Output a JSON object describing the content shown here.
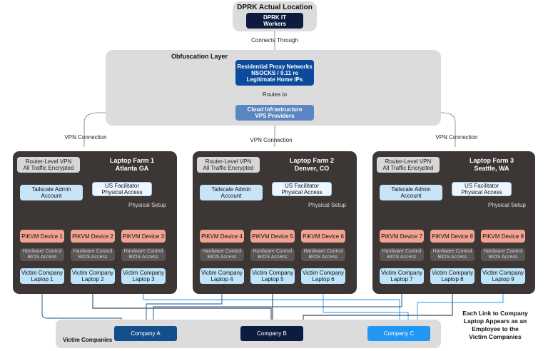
{
  "top": {
    "title": "DPRK Actual Location",
    "workers": "DPRK IT\nWorkers"
  },
  "connects_through": "Connects Through",
  "obfuscation": {
    "title": "Obfuscation Layer",
    "proxy": "Residential Proxy Networks\nNSOCKS / 9.11 re\nLegitimate Home IPs",
    "routes_to": "Routes to",
    "cloud": "Cloud Infrastructure\nVPS Providers"
  },
  "vpn_connection": "VPN Connection",
  "farm_common": {
    "router_vpn": "Router-Level VPN\nAll Traffic Encrypted",
    "tailscale": "Tailscale Admin\nAccount",
    "us_facilitator": "US Facilitator\nPhysical Access",
    "physical_setup": "Physical Setup",
    "hardware": "Hardware Control\nBIOS Access"
  },
  "farms": [
    {
      "title": "Laptop Farm 1\nAtlanta GA",
      "devices": [
        "PiKVM Device 1",
        "PiKVM Device 2",
        "PiKVM Device 3"
      ],
      "laptops": [
        "Victim Company\nLaptop 1",
        "Victim Company\nLaptop 2",
        "Victim Company\nLaptop 3"
      ]
    },
    {
      "title": "Laptop Farm 2\nDenver, CO",
      "devices": [
        "PiKVM Device 4",
        "PiKVM Device 5",
        "PiKVM Device 6"
      ],
      "laptops": [
        "Victim Company\nLaptop 4",
        "Victim Company\nLaptop 5",
        "Victim Company\nLaptop 6"
      ]
    },
    {
      "title": "Laptop Farm 3\nSeattle, WA",
      "devices": [
        "PiKVM Device 7",
        "PiKVM Device 8",
        "PiKVM Device 9"
      ],
      "laptops": [
        "Victim Company\nLaptop 7",
        "Victim Company\nLaptop 8",
        "Victim Company\nLaptop 9"
      ]
    }
  ],
  "victims": {
    "title": "Victim Companies",
    "companies": [
      "Company A",
      "Company B",
      "Company C"
    ]
  },
  "note": "Each Link to Company\nLaptop Appears as an\nEmployee to the\nVictim Companies",
  "colors": {
    "navy": "#0d1b3e",
    "blue": "#0c4a9c",
    "steel": "#5a86c2",
    "farm": "#3c3735",
    "pikvm": "#f2a392",
    "victim": "#bfe3f8",
    "company_a": "#134f8a",
    "company_b": "#0d1b3e",
    "company_c": "#2196f3"
  }
}
